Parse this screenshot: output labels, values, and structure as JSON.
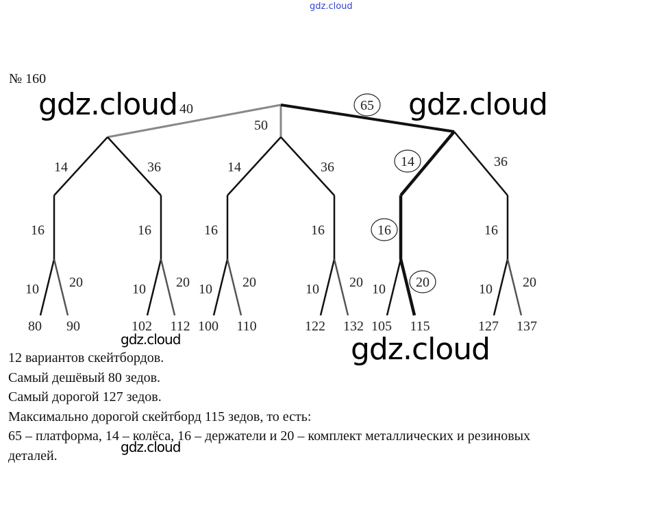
{
  "header_watermark": "gdz.cloud",
  "problem_number": "№ 160",
  "watermarks": [
    "gdz.cloud",
    "gdz.cloud",
    "gdz.cloud",
    "gdz.cloud",
    "gdz.cloud"
  ],
  "tree": {
    "platform_edges": [
      {
        "label": "40",
        "circled": false,
        "highlight": false
      },
      {
        "label": "50",
        "circled": false,
        "highlight": false
      },
      {
        "label": "65",
        "circled": true,
        "highlight": true
      }
    ],
    "wheel_labels": [
      "14",
      "36"
    ],
    "holder_label": "16",
    "kit_labels": [
      "10",
      "20"
    ],
    "leaves": [
      "80",
      "90",
      "102",
      "112",
      "100",
      "110",
      "122",
      "132",
      "105",
      "115",
      "127",
      "137"
    ],
    "highlight_path": {
      "platform": 2,
      "wheel": 0,
      "kit": 1
    }
  },
  "answer_lines": [
    "12 вариантов скейтбордов.",
    "Самый дешёвый 80 зедов.",
    "Самый дорогой 127 зедов.",
    "Максимально дорогой скейтборд 115 зедов, то есть:",
    "65 – платформа, 14 – колёса, 16 – держатели и 20 – комплект металлических и резиновых",
    "деталей."
  ]
}
